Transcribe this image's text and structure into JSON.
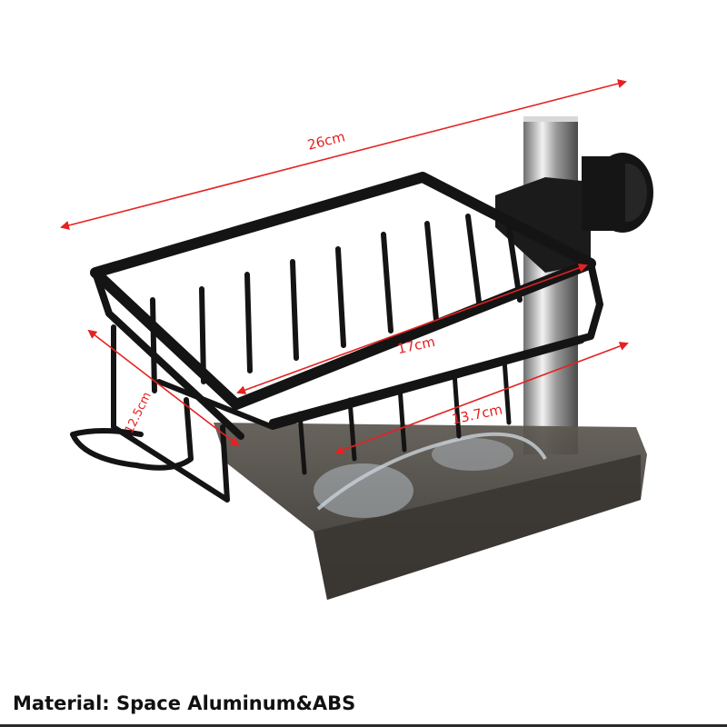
{
  "dimensions": {
    "length": "26cm",
    "basket_width": "17cm",
    "tray_width": "13.7cm",
    "depth": "12.5cm"
  },
  "caption": "Material: Space Aluminum&ABS",
  "colors": {
    "dimension_line": "#e52222",
    "frame": "#141414",
    "tray": "#4a4540",
    "faucet": "#b9b9b9"
  }
}
